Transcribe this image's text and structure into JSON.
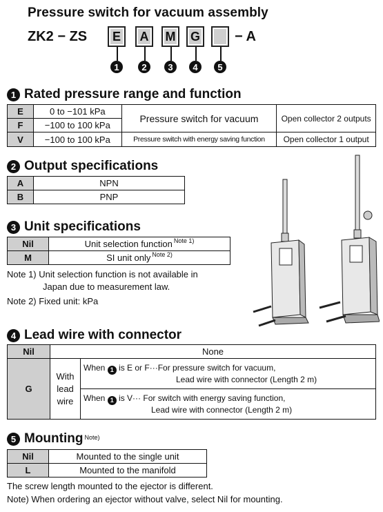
{
  "title": "Pressure switch for vacuum assembly",
  "code": {
    "prefix": "ZK2 − ZS",
    "boxes": [
      "E",
      "A",
      "M",
      "G",
      ""
    ],
    "suffix": "− A",
    "markers": [
      "1",
      "2",
      "3",
      "4",
      "5"
    ]
  },
  "s1": {
    "num": "1",
    "heading": "Rated pressure range and function",
    "rows": [
      {
        "key": "E",
        "range": "0 to −101 kPa"
      },
      {
        "key": "F",
        "range": "−100 to 100 kPa"
      },
      {
        "key": "V",
        "range": "−100 to 100 kPa"
      }
    ],
    "func_vacuum": "Pressure switch for vacuum",
    "out_2": "Open collector 2 outputs",
    "func_energy": "Pressure switch with energy saving function",
    "out_1": "Open collector 1 output"
  },
  "s2": {
    "num": "2",
    "heading": "Output specifications",
    "rows": [
      {
        "key": "A",
        "val": "NPN"
      },
      {
        "key": "B",
        "val": "PNP"
      }
    ]
  },
  "s3": {
    "num": "3",
    "heading": "Unit specifications",
    "rows": [
      {
        "key": "Nil",
        "val": "Unit selection function",
        "note": "Note 1)"
      },
      {
        "key": "M",
        "val": "SI unit only",
        "note": "Note 2)"
      }
    ],
    "note1_a": "Note 1) Unit selection function is not available in",
    "note1_b": "Japan due to measurement law.",
    "note2": "Note 2) Fixed unit: kPa"
  },
  "s4": {
    "num": "4",
    "heading": "Lead wire with connector",
    "nil_key": "Nil",
    "nil_val": "None",
    "g_key": "G",
    "with_lead_wire": [
      "With",
      "lead",
      "wire"
    ],
    "ef_when": "When",
    "ef_num": "1",
    "ef_line1": "is E or F···For pressure switch for vacuum,",
    "ef_line2": "Lead wire with connector (Length 2 m)",
    "v_when": "When",
    "v_num": "1",
    "v_line1": "is V··· For switch with energy saving function,",
    "v_line2": "Lead wire with connector (Length 2 m)"
  },
  "s5": {
    "num": "5",
    "heading": "Mounting",
    "heading_note": "Note)",
    "rows": [
      {
        "key": "Nil",
        "val": "Mounted to the single unit"
      },
      {
        "key": "L",
        "val": "Mounted to the manifold"
      }
    ],
    "footer1": "The screw length mounted to the ejector is different.",
    "footer2": "Note) When ordering an ejector without valve, select Nil for mounting."
  }
}
